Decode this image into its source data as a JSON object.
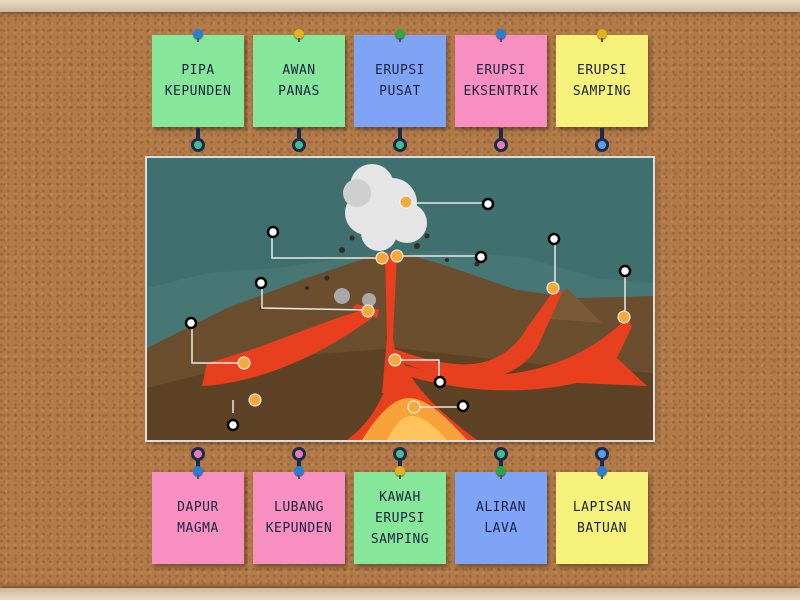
{
  "top_labels": [
    {
      "text": "PIPA\nKEPUNDEN",
      "color": "#86e79a",
      "pin": "#2a7fd4",
      "dot": "#3fbf8a"
    },
    {
      "text": "AWAN\nPANAS",
      "color": "#86e79a",
      "pin": "#e0b21c",
      "dot": "#3fbf8a"
    },
    {
      "text": "ERUPSI\nPUSAT",
      "color": "#7fa4f5",
      "pin": "#2ba548",
      "dot": "#3fbf8a"
    },
    {
      "text": "ERUPSI\nEKSENTRIK",
      "color": "#f790c0",
      "pin": "#2a7fd4",
      "dot": "#e07fb8"
    },
    {
      "text": "ERUPSI\nSAMPING",
      "color": "#f5f17a",
      "pin": "#e0b21c",
      "dot": "#5aa0e8"
    }
  ],
  "bottom_labels": [
    {
      "text": "DAPUR\nMAGMA",
      "color": "#f790c0",
      "pin": "#2a7fd4",
      "dot": "#e07fb8"
    },
    {
      "text": "LUBANG\nKEPUNDEN",
      "color": "#f790c0",
      "pin": "#2a7fd4",
      "dot": "#e07fb8"
    },
    {
      "text": "KAWAH\nERUPSI\nSAMPING",
      "color": "#86e79a",
      "pin": "#e0b21c",
      "dot": "#3fbf8a"
    },
    {
      "text": "ALIRAN\nLAVA",
      "color": "#7fa4f5",
      "pin": "#2ba548",
      "dot": "#3fbf8a"
    },
    {
      "text": "LAPISAN\nBATUAN",
      "color": "#f5f17a",
      "pin": "#2a7fd4",
      "dot": "#5aa0e8"
    }
  ],
  "colors": {
    "sky": "#3f6f6e",
    "ground": "#6b4e2e",
    "lava": "#e8401e",
    "lava_core": "#f9a13a",
    "marker": "#f5a93a",
    "drop_slot": "#ffffff"
  }
}
